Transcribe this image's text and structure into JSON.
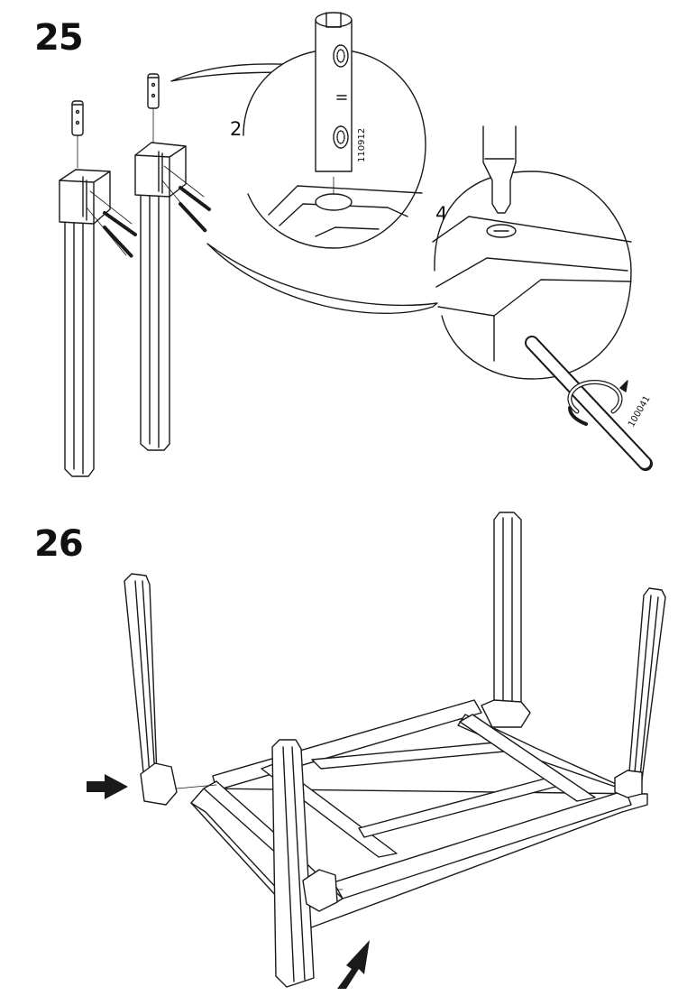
{
  "steps": [
    {
      "number": "25",
      "parts": [
        {
          "quantity": "2x",
          "part_id": "110912"
        },
        {
          "quantity": "4x",
          "part_id": "100041"
        }
      ]
    },
    {
      "number": "26"
    }
  ],
  "colors": {
    "line": "#1a1a1a",
    "fill": "#ffffff"
  },
  "icons": [
    "dowel-icon",
    "screw-icon",
    "screwdriver-icon",
    "rotate-arrow-icon",
    "push-arrow-icon"
  ]
}
